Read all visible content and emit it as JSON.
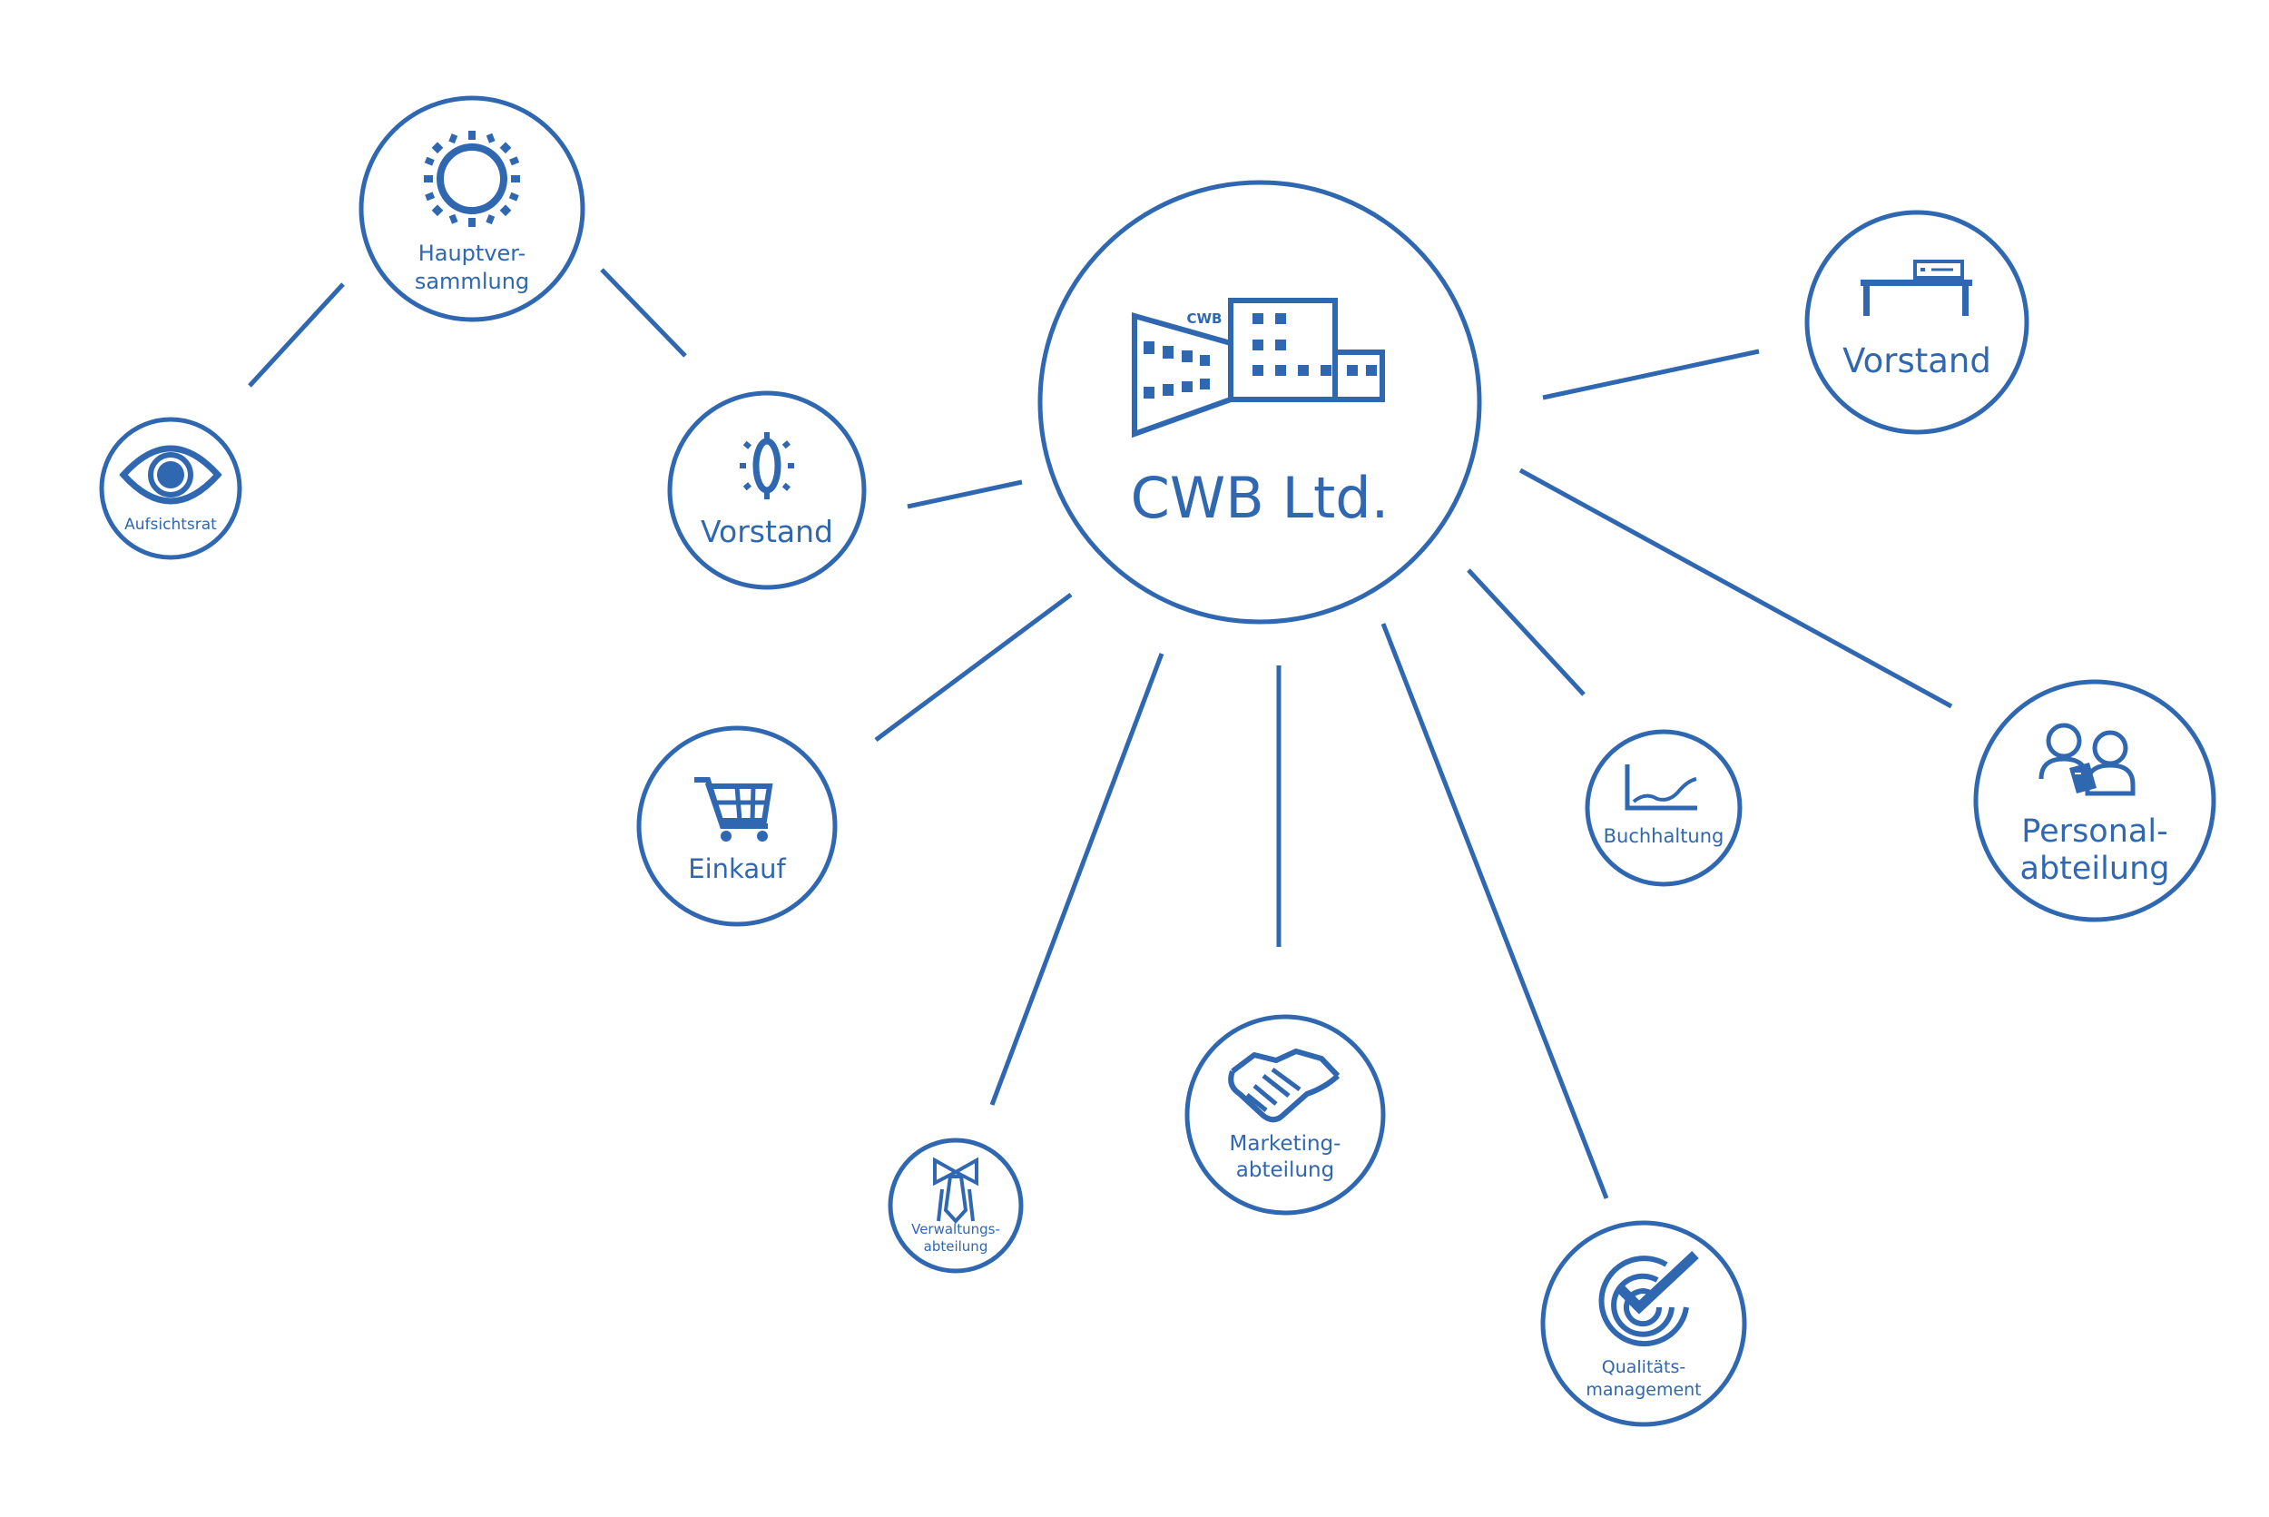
{
  "accent_color": "#2f67b1",
  "center": {
    "name": "CWB Ltd.",
    "logo_text": "CWB",
    "icon": "building-icon"
  },
  "nodes": {
    "hauptversammlung": {
      "line1": "Hauptver-",
      "line2": "sammlung",
      "icon": "sun-icon"
    },
    "aufsichtsrat": {
      "label": "Aufsichtsrat",
      "icon": "eye-icon"
    },
    "vorstand_left": {
      "label": "Vorstand",
      "icon": "lightbulb-icon"
    },
    "einkauf": {
      "label": "Einkauf",
      "icon": "shopping-cart-icon"
    },
    "verwaltung": {
      "line1": "Verwaltungs-",
      "line2": "abteilung",
      "icon": "necktie-icon"
    },
    "marketing": {
      "line1": "Marketing-",
      "line2": "abteilung",
      "icon": "handshake-icon"
    },
    "qualitaet": {
      "line1": "Qualitäts-",
      "line2": "management",
      "icon": "target-check-icon"
    },
    "buchhaltung": {
      "label": "Buchhaltung",
      "icon": "line-chart-icon"
    },
    "personal": {
      "line1": "Personal-",
      "line2": "abteilung",
      "icon": "people-icon"
    },
    "vorstand_right": {
      "label": "Vorstand",
      "icon": "desk-icon"
    }
  }
}
